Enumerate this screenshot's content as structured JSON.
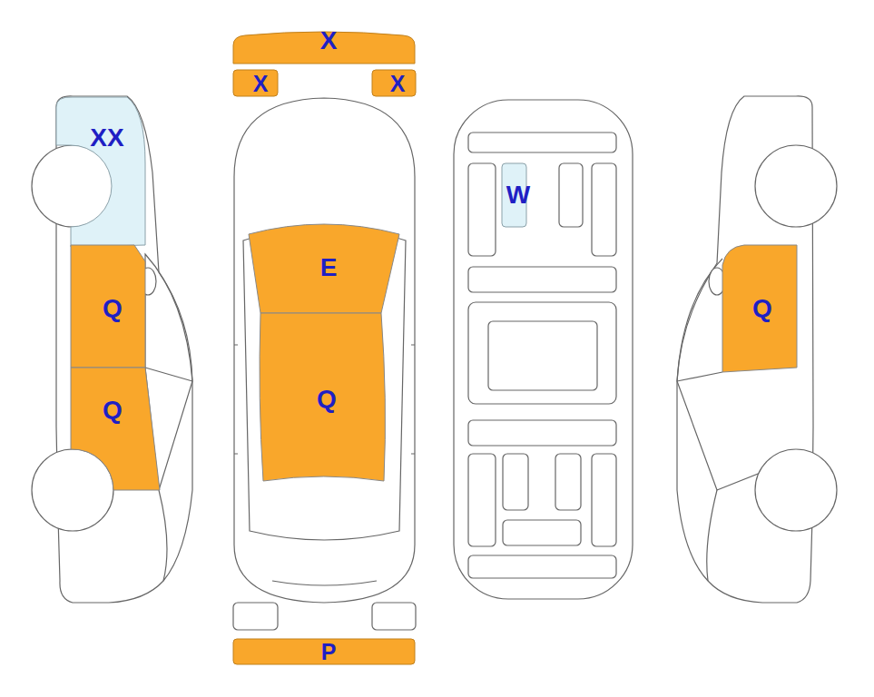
{
  "diagram": {
    "nodes": [
      {
        "text": [
          "X"
        ]
      },
      {
        "text": [
          "X"
        ]
      },
      {
        "text": [
          "X"
        ]
      },
      {
        "text": [
          "XX"
        ]
      },
      {
        "text": [
          "W"
        ]
      },
      {
        "text": [
          "E"
        ]
      },
      {
        "text": [
          "Q"
        ]
      },
      {
        "text": [
          "Q"
        ]
      },
      {
        "text": [
          "Q"
        ]
      },
      {
        "text": [
          "Q"
        ]
      },
      {
        "text": [
          "P"
        ]
      }
    ]
  }
}
